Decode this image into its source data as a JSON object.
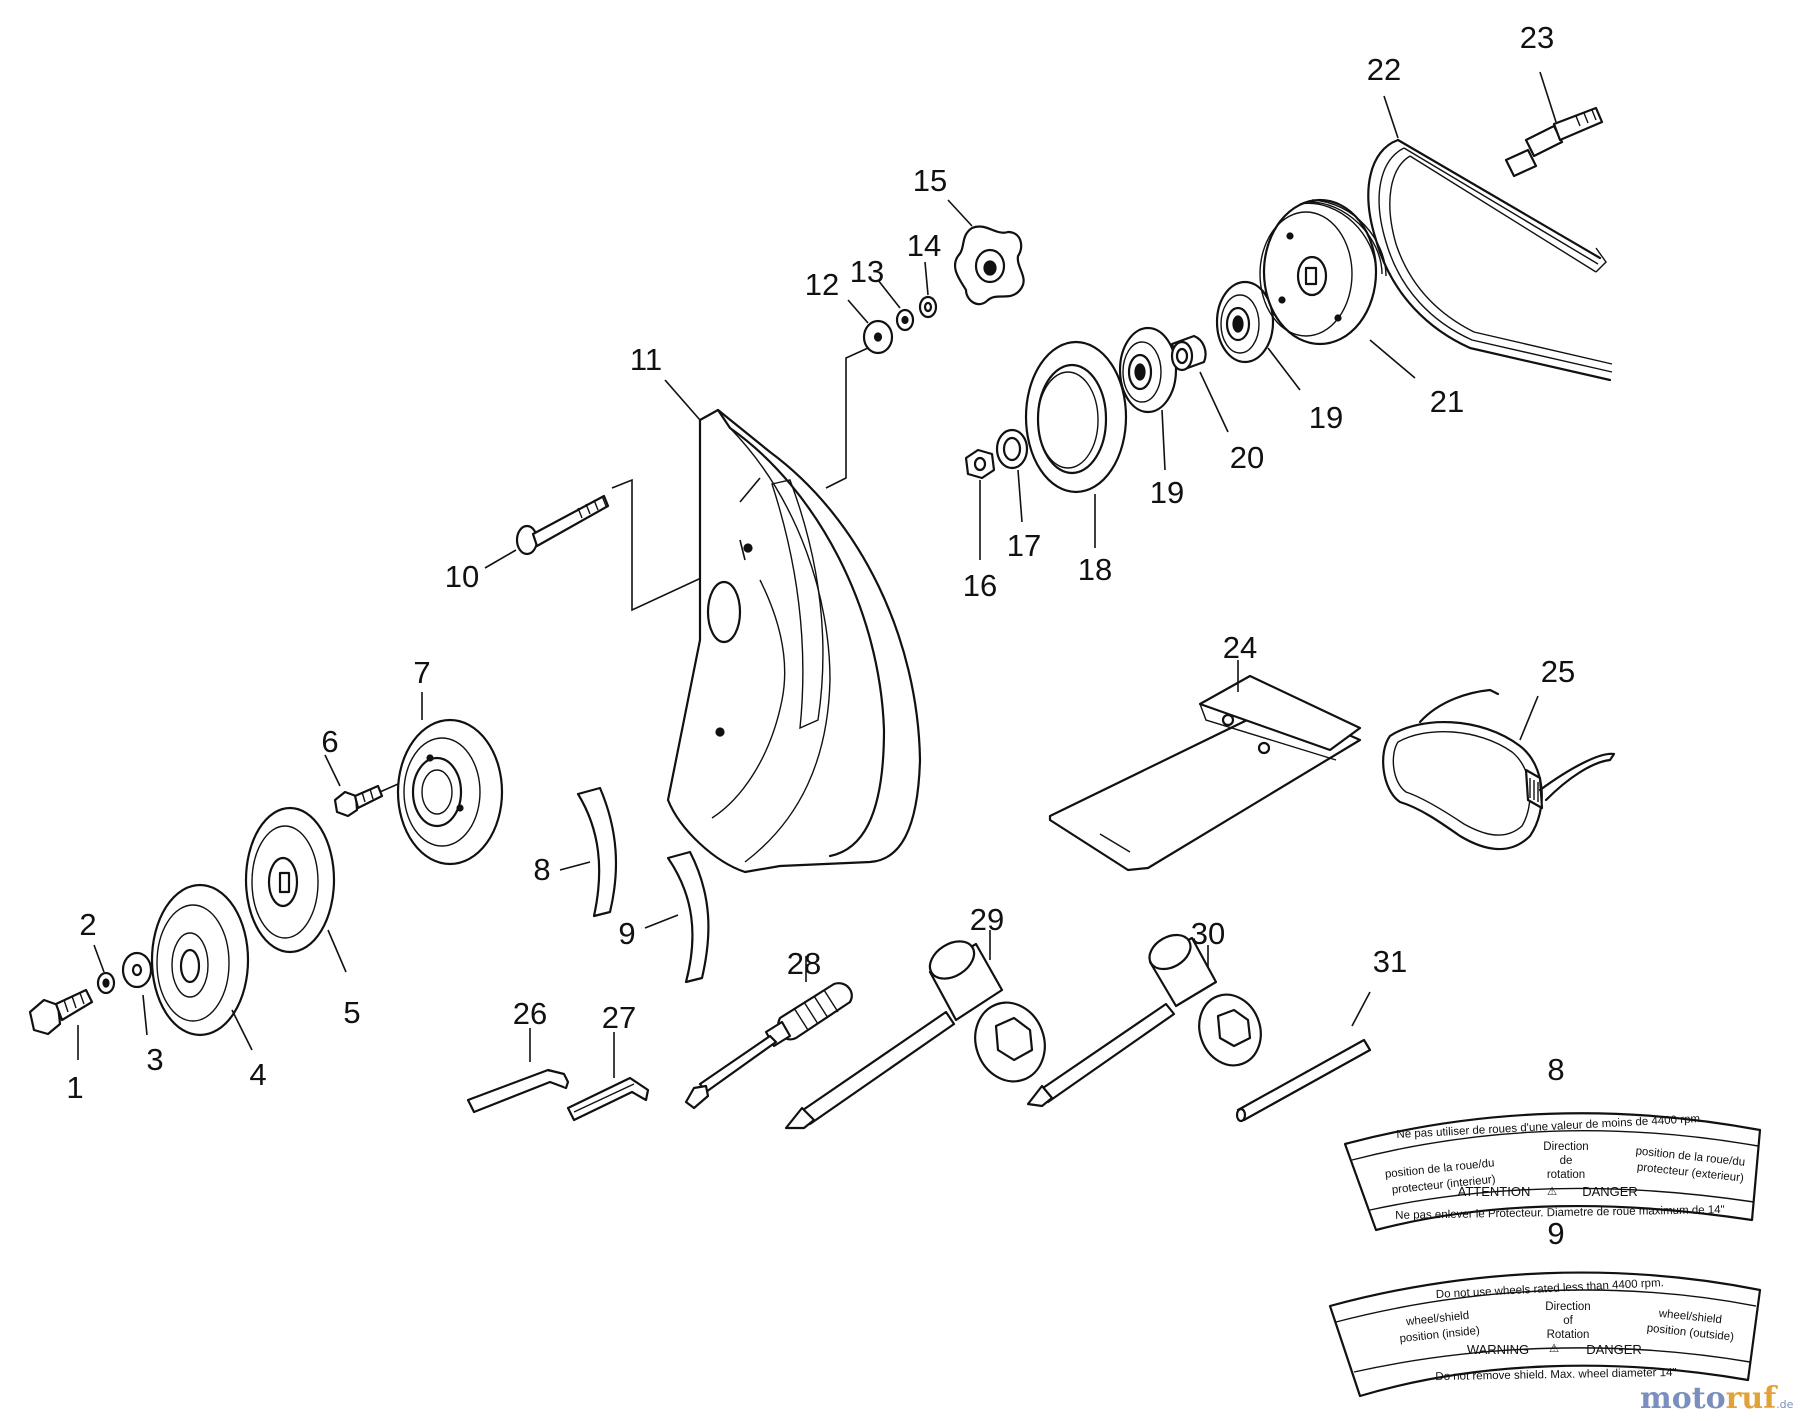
{
  "part_numbers": [
    "1",
    "2",
    "3",
    "4",
    "5",
    "6",
    "7",
    "8",
    "9",
    "10",
    "11",
    "12",
    "13",
    "14",
    "15",
    "16",
    "17",
    "18",
    "19",
    "19",
    "20",
    "21",
    "22",
    "23",
    "24",
    "25",
    "26",
    "27",
    "28",
    "29",
    "30",
    "31"
  ],
  "decal_fr": {
    "number": "8",
    "line1": "Ne pas utiliser de roues  d'une valeur de moins de 4400 rpm.",
    "direction": "Direction",
    "de": "de",
    "rotation": "rotation",
    "left_a": "position de la roue/du",
    "left_b": "protecteur (interieur)",
    "right_a": "position de la roue/du",
    "right_b": "protecteur (exterieur)",
    "attention": "ATTENTION",
    "danger": "DANGER",
    "bottom": "Ne pas enlever le Protecteur. Diametre de roue maximum de 14\""
  },
  "decal_en": {
    "number": "9",
    "line1": "Do not use wheels rated less than 4400 rpm.",
    "direction": "Direction",
    "of": "of",
    "rotation": "Rotation",
    "left_a": "wheel/shield",
    "left_b": "position (inside)",
    "right_a": "wheel/shield",
    "right_b": "position (outside)",
    "warning": "WARNING",
    "danger": "DANGER",
    "bottom": "Do not remove shield. Max. wheel diameter 14\""
  },
  "watermark": {
    "part1": "moto",
    "part2": "ruf",
    "suffix": ".de"
  }
}
